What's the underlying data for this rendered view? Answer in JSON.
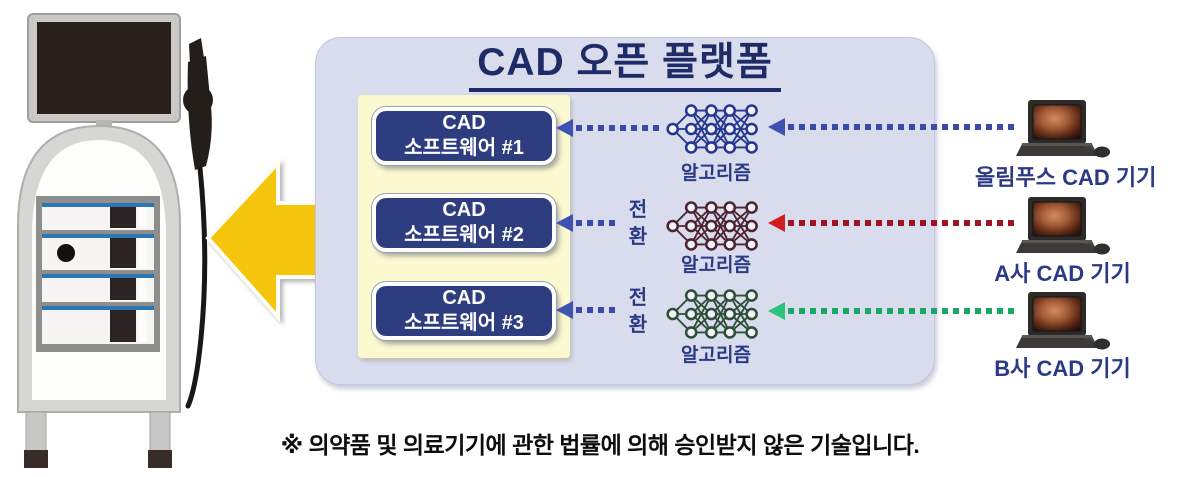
{
  "panel": {
    "title": "CAD 오픈 플랫폼"
  },
  "software_boxes": [
    {
      "line1": "CAD",
      "line2": "소프트웨어 #1"
    },
    {
      "line1": "CAD",
      "line2": "소프트웨어 #2"
    },
    {
      "line1": "CAD",
      "line2": "소프트웨어 #3"
    }
  ],
  "algorithms": [
    {
      "label": "알고리즘",
      "icon_color": "#24368f"
    },
    {
      "label": "알고리즘",
      "icon_color": "#4d2432"
    },
    {
      "label": "알고리즘",
      "icon_color": "#2d4f38"
    }
  ],
  "conversion": {
    "char1": "전",
    "char2": "환"
  },
  "devices": [
    {
      "label": "올림푸스 CAD 기기",
      "arrow_color": "#3b4aa6",
      "arrowhead_color": "#4052b0"
    },
    {
      "label": "A사 CAD 기기",
      "arrow_color": "#a01322",
      "arrowhead_color": "#cf1d1d"
    },
    {
      "label": "B사 CAD 기기",
      "arrow_color": "#18a765",
      "arrowhead_color": "#2cc47c"
    }
  ],
  "internal_arrow": {
    "color": "#3b4aa6",
    "head": "#4052b0"
  },
  "disclaimer": "※ 의약품 및 의료기기에 관한 법률에 의해 승인받지 않은 기술입니다.",
  "colors": {
    "panel_bg": "#d9dcec",
    "inner_box_bg": "#fbf9d0",
    "software_box_bg": "#2e3c80",
    "title_text": "#1e2b66",
    "label_text": "#2b3a85",
    "arrow_yellow": "#f5c50c"
  }
}
